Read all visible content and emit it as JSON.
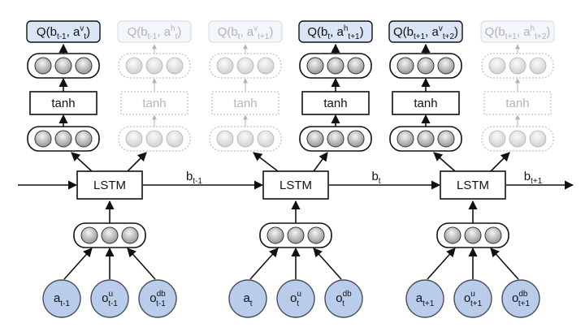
{
  "colors": {
    "line": "#111111",
    "faded": "#b3b3b3",
    "q_fill": "#dae5f6",
    "q_fill_faded": "#f3f6fb",
    "input_fill": "#b9cdea",
    "input_stroke": "#4a4f59",
    "neuron_fill_top": "#f2f2f2",
    "neuron_fill_bottom": "#8c8c8c"
  },
  "q_values": [
    {
      "main": "Q(b",
      "sub1": "t-1",
      "mid": ", a",
      "sup": "v",
      "sub2": "t",
      "end": ")",
      "active": true
    },
    {
      "main": "Q(b",
      "sub1": "t-1",
      "mid": ", a",
      "sup": "h",
      "sub2": "t",
      "end": ")",
      "active": false
    },
    {
      "main": "Q(b",
      "sub1": "t",
      "mid": ", a",
      "sup": "v",
      "sub2": "t+1",
      "end": ")",
      "active": false
    },
    {
      "main": "Q(b",
      "sub1": "t",
      "mid": ", a",
      "sup": "h",
      "sub2": "t+1",
      "end": ")",
      "active": true
    },
    {
      "main": "Q(b",
      "sub1": "t+1",
      "mid": ", a",
      "sup": "v",
      "sub2": "t+2",
      "end": ")",
      "active": true
    },
    {
      "main": "Q(b",
      "sub1": "t+1",
      "mid": ", a",
      "sup": "h",
      "sub2": "t+2",
      "end": ")",
      "active": false
    }
  ],
  "tanh_label": "tanh",
  "lstm_label": "LSTM",
  "hidden_states": [
    {
      "main": "b",
      "sub": "t-1"
    },
    {
      "main": "b",
      "sub": "t"
    },
    {
      "main": "b",
      "sub": "t+1"
    }
  ],
  "inputs": [
    [
      {
        "main": "a",
        "sup": "",
        "sub": "t-1"
      },
      {
        "main": "o",
        "sup": "u",
        "sub": "t-1"
      },
      {
        "main": "o",
        "sup": "db",
        "sub": "t-1"
      }
    ],
    [
      {
        "main": "a",
        "sup": "",
        "sub": "t"
      },
      {
        "main": "o",
        "sup": "u",
        "sub": "t"
      },
      {
        "main": "o",
        "sup": "db",
        "sub": "t"
      }
    ],
    [
      {
        "main": "a",
        "sup": "",
        "sub": "t+1"
      },
      {
        "main": "o",
        "sup": "u",
        "sub": "t+1"
      },
      {
        "main": "o",
        "sup": "db",
        "sub": "t+1"
      }
    ]
  ]
}
